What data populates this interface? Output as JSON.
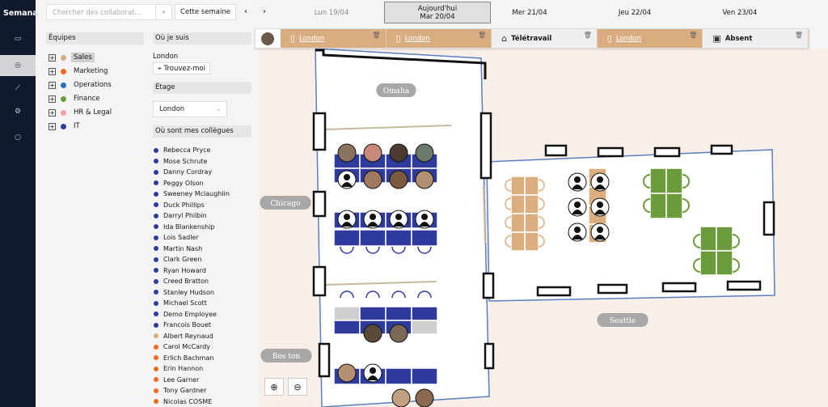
{
  "app": {
    "title": "Semana"
  },
  "nav": [
    "calendar-icon",
    "location-icon",
    "chart-icon",
    "settings-icon",
    "user-icon"
  ],
  "search": {
    "placeholder": "Chercher des collaborat..."
  },
  "week_button": "Cette semaine",
  "teams": {
    "title": "Équipes",
    "items": [
      {
        "label": "Sales",
        "color": "#d9ad80"
      },
      {
        "label": "Marketing",
        "color": "#f26b21"
      },
      {
        "label": "Operations",
        "color": "#2a6ebb"
      },
      {
        "label": "Finance",
        "color": "#6b9b3a"
      },
      {
        "label": "HR & Legal",
        "color": "#f4a3a8"
      },
      {
        "label": "IT",
        "color": "#2e3a9c"
      }
    ]
  },
  "where": {
    "title": "Où je suis",
    "location": "London",
    "find_me": "Trouvez-moi"
  },
  "floor": {
    "title": "Étage",
    "value": "London"
  },
  "colleagues": {
    "title": "Où sont mes collègues",
    "items": [
      {
        "name": "Rebecca Pryce",
        "color": "#2e3a9c"
      },
      {
        "name": "Mose Schrute",
        "color": "#2e3a9c"
      },
      {
        "name": "Danny Cordray",
        "color": "#2e3a9c"
      },
      {
        "name": "Peggy Olson",
        "color": "#2e3a9c"
      },
      {
        "name": "Sweeney Mclaughlin",
        "color": "#2e3a9c"
      },
      {
        "name": "Duck Phillips",
        "color": "#2e3a9c"
      },
      {
        "name": "Darryl Philbin",
        "color": "#2e3a9c"
      },
      {
        "name": "Ida Blankenship",
        "color": "#2e3a9c"
      },
      {
        "name": "Lois Sadler",
        "color": "#2e3a9c"
      },
      {
        "name": "Martin Nash",
        "color": "#2e3a9c"
      },
      {
        "name": "Clark Green",
        "color": "#2e3a9c"
      },
      {
        "name": "Ryan Howard",
        "color": "#2e3a9c"
      },
      {
        "name": "Creed Bratton",
        "color": "#2e3a9c"
      },
      {
        "name": "Stanley Hudson",
        "color": "#2e3a9c"
      },
      {
        "name": "Michael Scott",
        "color": "#2e3a9c"
      },
      {
        "name": "Demo Employee",
        "color": "#2e3a9c"
      },
      {
        "name": "Francois Bouet",
        "color": "#2e3a9c"
      },
      {
        "name": "Albert Reynaud",
        "color": "#d9ad80"
      },
      {
        "name": "Carol McCardy",
        "color": "#f26b21"
      },
      {
        "name": "Erlich Bachman",
        "color": "#f26b21"
      },
      {
        "name": "Erin Hannon",
        "color": "#f26b21"
      },
      {
        "name": "Lee Garner",
        "color": "#f26b21"
      },
      {
        "name": "Tony Gardner",
        "color": "#f26b21"
      },
      {
        "name": "Nicolas COSME",
        "color": "#f26b21"
      }
    ]
  },
  "days": [
    {
      "label": "Lun 19/04"
    },
    {
      "top": "Aujourd'hui",
      "label": "Mar 20/04",
      "today": true
    },
    {
      "label": "Mer 21/04"
    },
    {
      "label": "Jeu 22/04"
    },
    {
      "label": "Ven 23/04"
    }
  ],
  "schedule": [
    {
      "label": "London",
      "type": "office"
    },
    {
      "label": "London",
      "type": "office"
    },
    {
      "label": "Télétravail",
      "type": "remote"
    },
    {
      "label": "London",
      "type": "office"
    },
    {
      "label": "Absent",
      "type": "absent"
    }
  ],
  "rooms": [
    "Omaha",
    "Chicago",
    "Bos ton",
    "Seattle"
  ]
}
